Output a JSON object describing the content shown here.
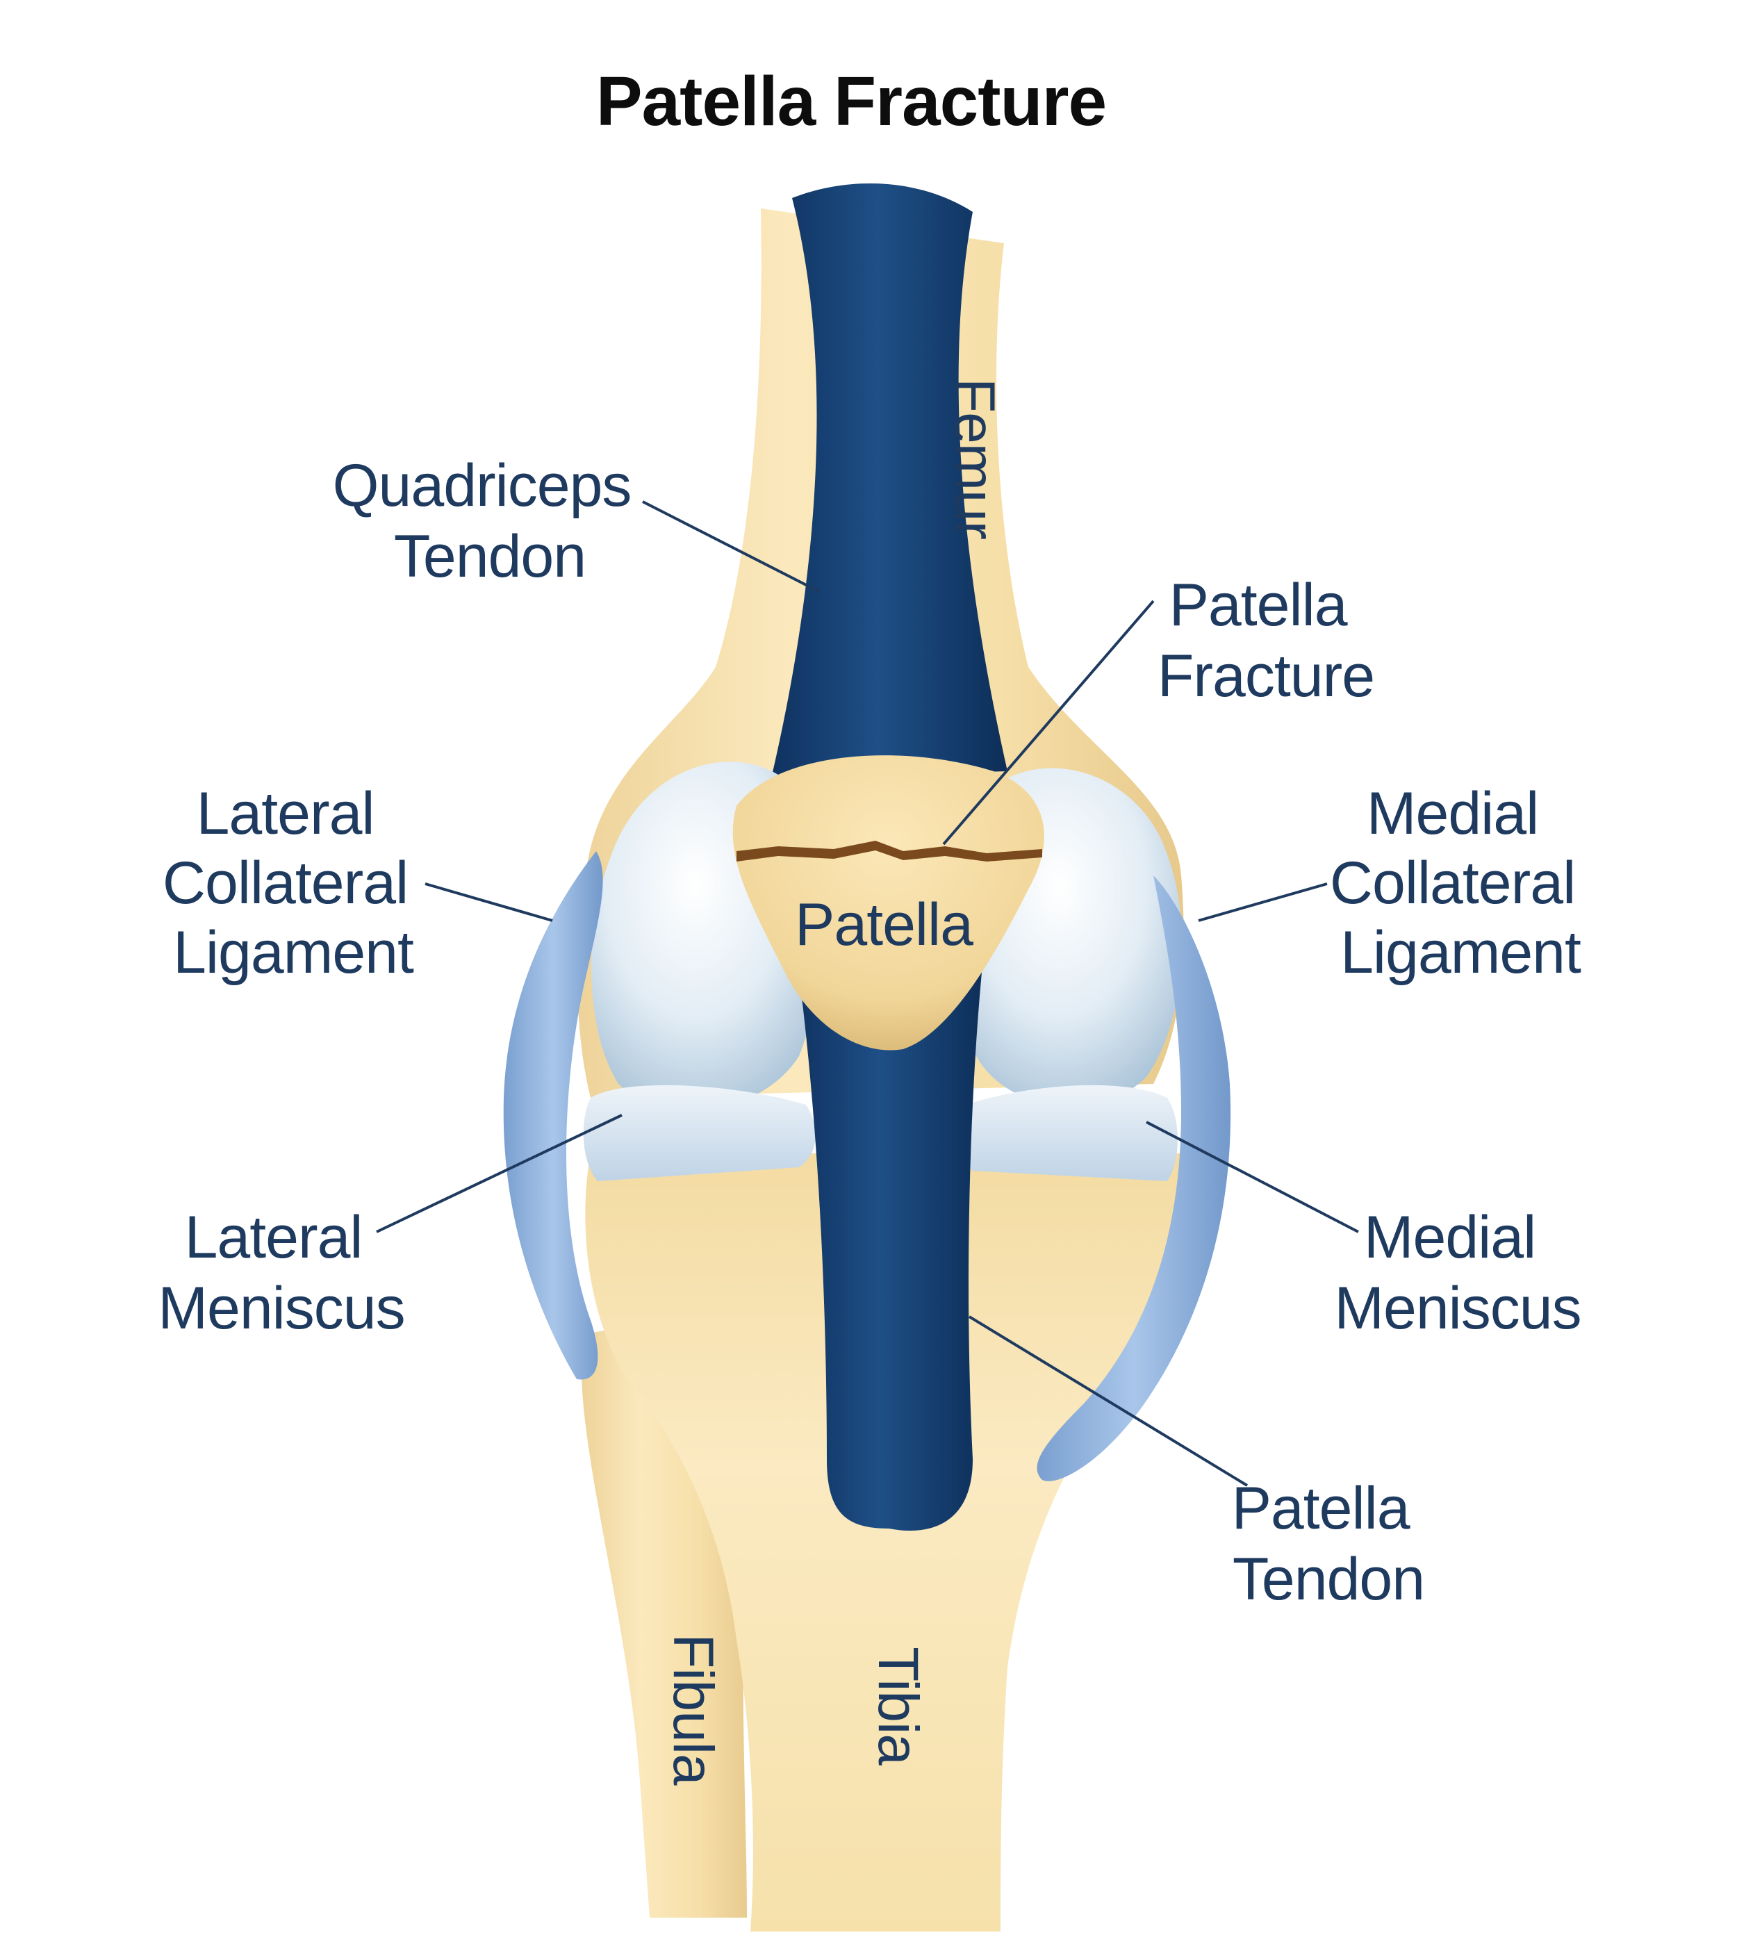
{
  "title": "Patella Fracture",
  "labels": {
    "quadriceps_tendon": [
      "Quadriceps",
      "Tendon"
    ],
    "patella_fracture": [
      "Patella",
      "Fracture"
    ],
    "lateral_collateral_ligament": [
      "Lateral",
      "Collateral",
      "Ligament"
    ],
    "medial_collateral_ligament": [
      "Medial",
      "Collateral",
      "Ligament"
    ],
    "lateral_meniscus": [
      "Lateral",
      "Meniscus"
    ],
    "medial_meniscus": [
      "Medial",
      "Meniscus"
    ],
    "patella_tendon": [
      "Patella",
      "Tendon"
    ],
    "patella": "Patella",
    "femur": "Femur",
    "fibula": "Fibula",
    "tibia": "Tibia"
  },
  "colors": {
    "bone": "#f7e2ad",
    "tendon": "#123b6a",
    "ligament": "#8fb1dc",
    "cartilage": "#dce8f2",
    "fracture": "#7a4a1e",
    "text": "#1f3a5f",
    "title": "#0d0d0d"
  }
}
